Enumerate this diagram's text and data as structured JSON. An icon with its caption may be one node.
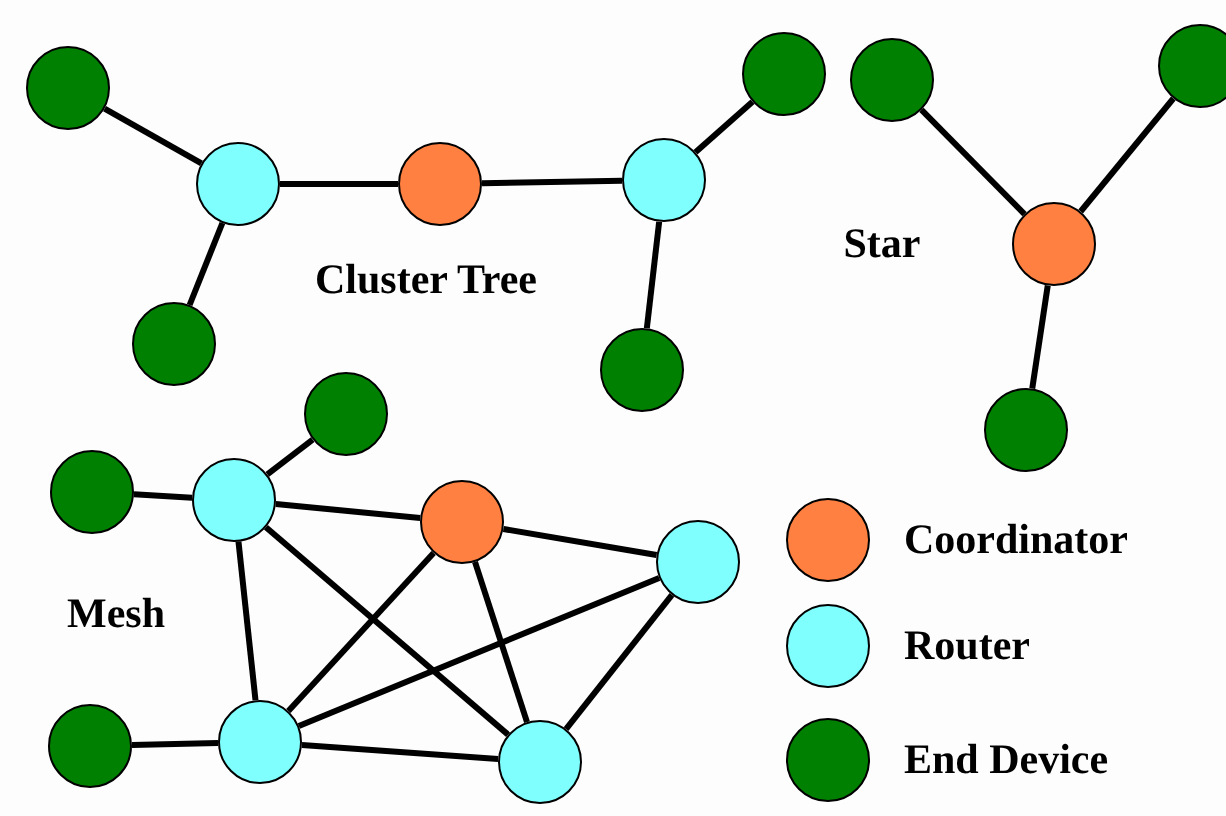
{
  "diagram": {
    "nodes": [
      {
        "text": [],
        "shape": "circle"
      },
      {
        "text": [],
        "shape": "circle"
      },
      {
        "text": [],
        "shape": "circle"
      },
      {
        "text": [],
        "shape": "circle"
      },
      {
        "text": [],
        "shape": "circle"
      },
      {
        "text": [],
        "shape": "circle"
      },
      {
        "text": [],
        "shape": "circle"
      },
      {
        "text": [],
        "shape": "circle"
      },
      {
        "text": [],
        "shape": "circle"
      },
      {
        "text": [],
        "shape": "circle"
      },
      {
        "text": [],
        "shape": "circle"
      },
      {
        "text": [],
        "shape": "circle"
      },
      {
        "text": [],
        "shape": "circle"
      },
      {
        "text": [],
        "shape": "circle"
      },
      {
        "text": [],
        "shape": "circle"
      },
      {
        "text": [],
        "shape": "circle"
      },
      {
        "text": [],
        "shape": "circle"
      },
      {
        "text": [],
        "shape": "circle"
      },
      {
        "text": [],
        "shape": "circle"
      }
    ],
    "edges": [
      {
        "from": 0,
        "to": 1,
        "arrow": "none"
      },
      {
        "from": 1,
        "to": 2,
        "arrow": "none"
      },
      {
        "from": 2,
        "to": 3,
        "arrow": "none"
      },
      {
        "from": 3,
        "to": 4,
        "arrow": "none"
      },
      {
        "from": 1,
        "to": 5,
        "arrow": "none"
      },
      {
        "from": 3,
        "to": 6,
        "arrow": "none"
      },
      {
        "from": 7,
        "to": 9,
        "arrow": "none"
      },
      {
        "from": 8,
        "to": 9,
        "arrow": "none"
      },
      {
        "from": 9,
        "to": 10,
        "arrow": "none"
      },
      {
        "from": 11,
        "to": 13,
        "arrow": "none"
      },
      {
        "from": 12,
        "to": 13,
        "arrow": "none"
      },
      {
        "from": 16,
        "to": 17,
        "arrow": "none"
      },
      {
        "from": 13,
        "to": 14,
        "arrow": "none"
      },
      {
        "from": 14,
        "to": 15,
        "arrow": "none"
      },
      {
        "from": 13,
        "to": 17,
        "arrow": "none"
      },
      {
        "from": 13,
        "to": 18,
        "arrow": "none"
      },
      {
        "from": 14,
        "to": 17,
        "arrow": "none"
      },
      {
        "from": 14,
        "to": 18,
        "arrow": "none"
      },
      {
        "from": 15,
        "to": 17,
        "arrow": "none"
      },
      {
        "from": 15,
        "to": 18,
        "arrow": "none"
      },
      {
        "from": 17,
        "to": 18,
        "arrow": "none"
      }
    ],
    "labels": [
      "Cluster Tree",
      "Star",
      "Mesh"
    ],
    "legend": [
      {
        "text": "Coordinator",
        "color": "#ff8040"
      },
      {
        "text": "Router",
        "color": "#80ffff"
      },
      {
        "text": "End Device",
        "color": "#008000"
      }
    ]
  }
}
